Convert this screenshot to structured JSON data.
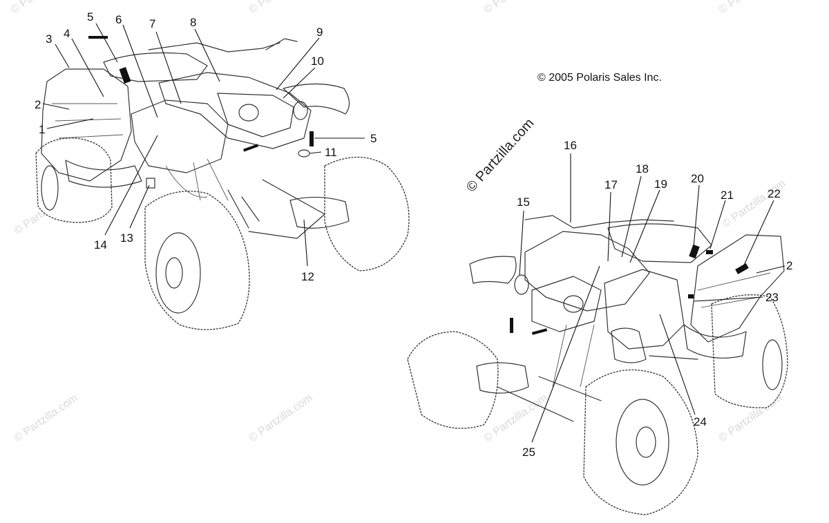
{
  "copyright": "© 2005 Polaris Sales Inc.",
  "watermark": "© Partzilla.com",
  "callouts_left": [
    "5",
    "6",
    "7",
    "8",
    "9",
    "10",
    "3",
    "4",
    "2",
    "1",
    "5",
    "11",
    "14",
    "13",
    "12"
  ],
  "callouts_right": [
    "16",
    "15",
    "17",
    "18",
    "19",
    "20",
    "21",
    "22",
    "2",
    "23",
    "24",
    "25"
  ]
}
